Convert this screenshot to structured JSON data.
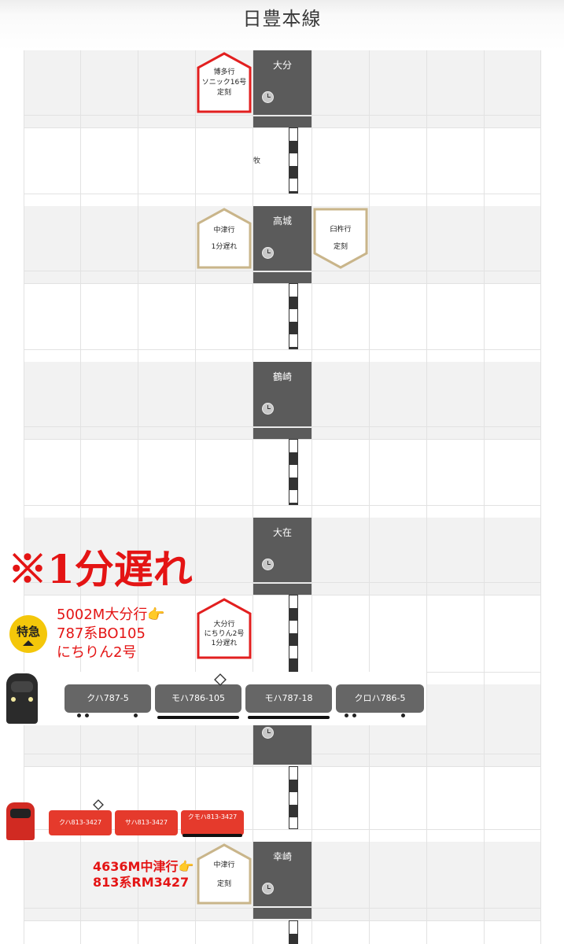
{
  "header": {
    "title": "日豊本線"
  },
  "stations": [
    {
      "name": "大分"
    },
    {
      "name": "高城"
    },
    {
      "name": "鶴崎"
    },
    {
      "name": "大在"
    },
    {
      "name": ""
    },
    {
      "name": "幸崎"
    }
  ],
  "between_labels": [
    {
      "text": "牧"
    }
  ],
  "trains": [
    {
      "dest": "博多行",
      "name": "ソニック16号",
      "status": "定刻",
      "color": "#e21f1f",
      "direction": "up"
    },
    {
      "dest": "中津行",
      "name": "",
      "status": "1分遅れ",
      "color": "#c9b58a",
      "direction": "up"
    },
    {
      "dest": "臼杵行",
      "name": "",
      "status": "定刻",
      "color": "#c9b58a",
      "direction": "down"
    },
    {
      "dest": "大分行",
      "name": "にちりん2号",
      "status": "1分遅れ",
      "color": "#e21f1f",
      "direction": "up"
    },
    {
      "dest": "中津行",
      "name": "",
      "status": "定刻",
      "color": "#c9b58a",
      "direction": "up"
    }
  ],
  "annotations": {
    "delay_note": "※1分遅れ",
    "limited_express_badge": "特急",
    "train1_lines": [
      "5002M大分行",
      "787系BO105",
      "にちりん2号"
    ],
    "train2_lines": [
      "4636M中津行",
      "813系RM3427"
    ],
    "pointing_emoji": "👉"
  },
  "formation_787": [
    "クハ787-5",
    "モハ786-105",
    "モハ787-18",
    "クロハ786-5"
  ],
  "formation_813": [
    "クハ813-3427",
    "サハ813-3427",
    "クモハ813-3427"
  ],
  "colors": {
    "station": "#5b5b5b",
    "on_time_border": "#c9b58a",
    "express_border": "#e21f1f",
    "note_red": "#e41414"
  }
}
